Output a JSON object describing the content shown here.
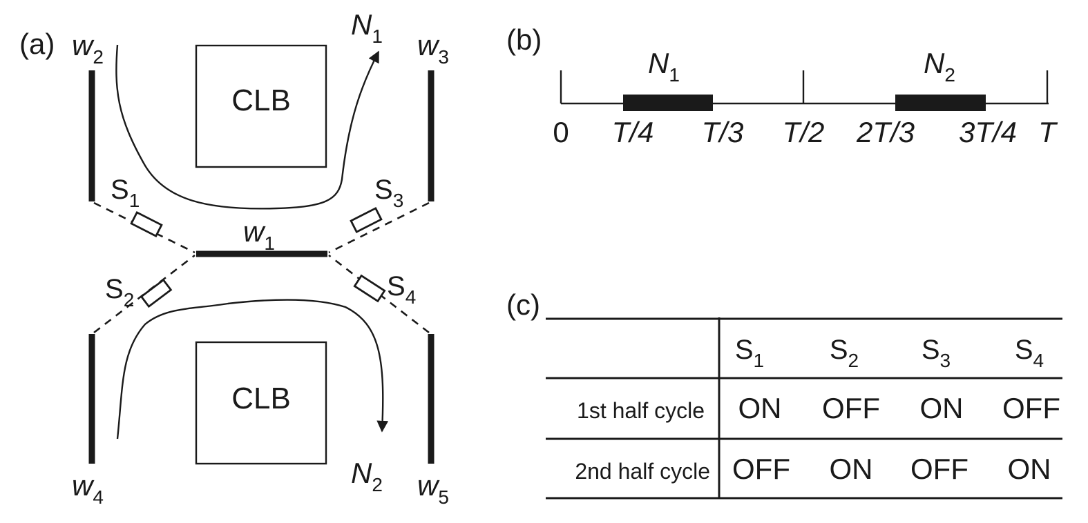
{
  "panel_a": {
    "label": "(a)",
    "clb_top": "CLB",
    "clb_bottom": "CLB",
    "wires": [
      {
        "name": "w",
        "sub": "1"
      },
      {
        "name": "w",
        "sub": "2"
      },
      {
        "name": "w",
        "sub": "3"
      },
      {
        "name": "w",
        "sub": "4"
      },
      {
        "name": "w",
        "sub": "5"
      }
    ],
    "switches": [
      {
        "name": "S",
        "sub": "1"
      },
      {
        "name": "S",
        "sub": "2"
      },
      {
        "name": "S",
        "sub": "3"
      },
      {
        "name": "S",
        "sub": "4"
      }
    ],
    "nets": [
      {
        "name": "N",
        "sub": "1",
        "from": "w2",
        "to": "N1 (top)"
      },
      {
        "name": "N",
        "sub": "2",
        "from": "w4",
        "to": "N2 (bottom)"
      }
    ]
  },
  "panel_b": {
    "label": "(b)",
    "ticks": [
      "0",
      "T/4",
      "T/3",
      "T/2",
      "2T/3",
      "3T/4",
      "T"
    ],
    "intervals": [
      {
        "name": "N",
        "sub": "1",
        "start": "T/4",
        "end": "T/3"
      },
      {
        "name": "N",
        "sub": "2",
        "start": "2T/3",
        "end": "3T/4"
      }
    ]
  },
  "panel_c": {
    "label": "(c)",
    "columns": [
      {
        "name": "S",
        "sub": "1"
      },
      {
        "name": "S",
        "sub": "2"
      },
      {
        "name": "S",
        "sub": "3"
      },
      {
        "name": "S",
        "sub": "4"
      }
    ],
    "rows": [
      {
        "label": "1st half cycle",
        "values": [
          "ON",
          "OFF",
          "ON",
          "OFF"
        ]
      },
      {
        "label": "2nd half cycle",
        "values": [
          "OFF",
          "ON",
          "OFF",
          "ON"
        ]
      }
    ]
  }
}
